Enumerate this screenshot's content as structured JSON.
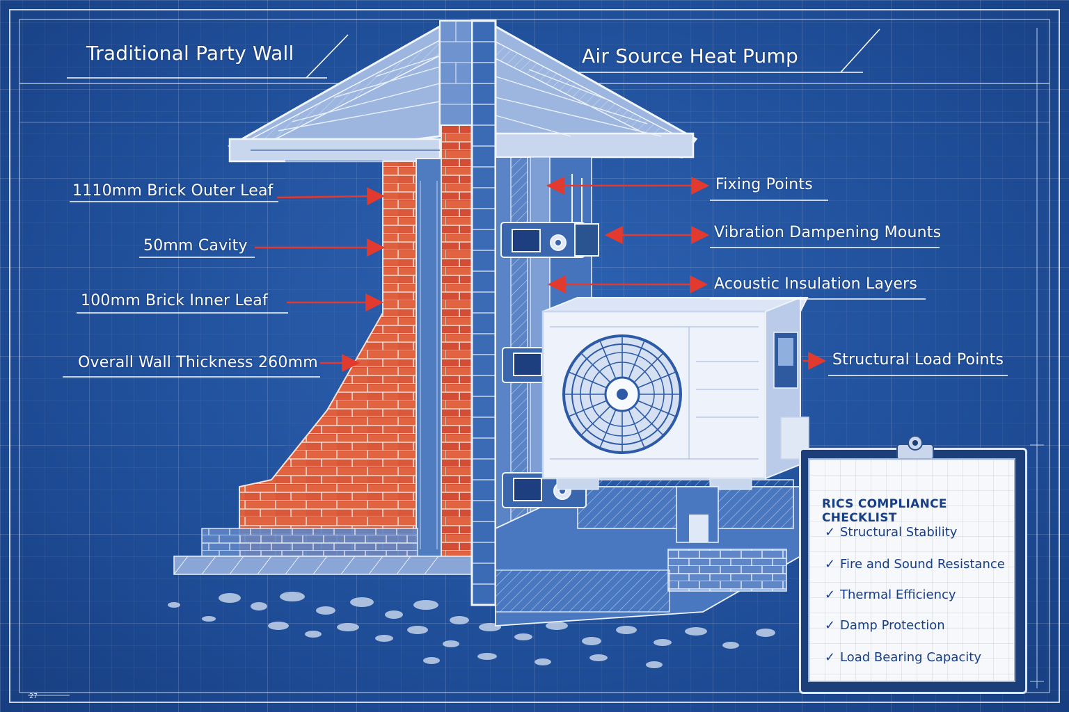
{
  "titles": {
    "left": "Traditional Party Wall",
    "right": "Air Source Heat Pump"
  },
  "left_callouts": [
    "1110mm Brick Outer Leaf",
    "50mm Cavity",
    "100mm Brick Inner Leaf",
    "Overall Wall Thickness 260mm"
  ],
  "right_callouts": [
    "Fixing Points",
    "Vibration Dampening Mounts",
    "Acoustic Insulation Layers",
    "Structural Load Points"
  ],
  "checklist": {
    "title": "RICS COMPLIANCE CHECKLIST",
    "check_glyph": "✓",
    "items": [
      "Structural Stability",
      "Fire and Sound Resistance",
      "Thermal Efficiency",
      "Damp Protection",
      "Load Bearing Capacity"
    ]
  },
  "corner_note": "27",
  "colors": {
    "blueprint": "#2456a3",
    "brick": "#d9553a",
    "arrow": "#e23a2e",
    "line": "#ffffff"
  },
  "icons": {
    "fan": "fan-icon",
    "check": "check-icon"
  }
}
